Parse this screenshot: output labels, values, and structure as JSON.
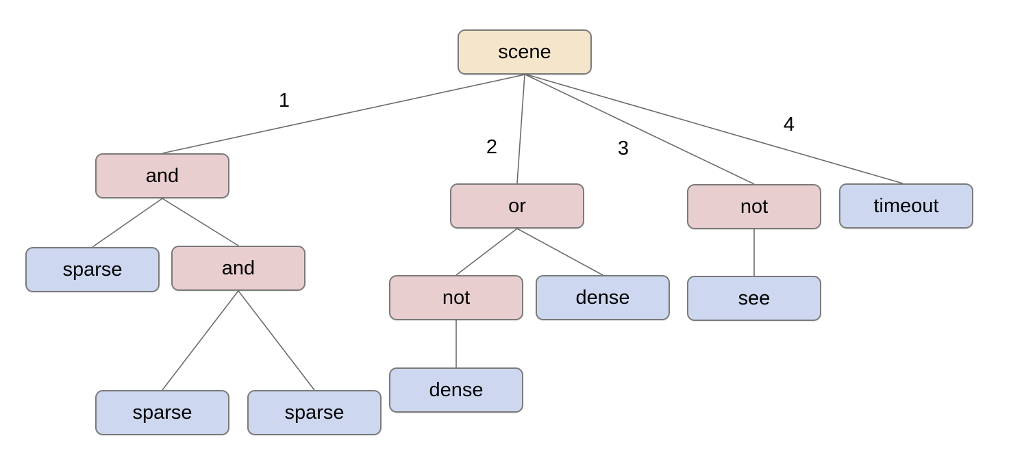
{
  "diagram": {
    "type": "tree",
    "background": "#ffffff",
    "colors": {
      "root_fill": "#f5e5cb",
      "operator_fill": "#e9ced0",
      "leaf_fill": "#cdd8f0",
      "node_border": "#7a7a7a",
      "edge_line": "#6b6b6b",
      "text": "#000000"
    },
    "nodes": [
      {
        "id": "scene",
        "label": "scene",
        "kind": "root"
      },
      {
        "id": "and-1",
        "label": "and",
        "kind": "operator"
      },
      {
        "id": "or-1",
        "label": "or",
        "kind": "operator"
      },
      {
        "id": "not-1",
        "label": "not",
        "kind": "operator"
      },
      {
        "id": "timeout",
        "label": "timeout",
        "kind": "leaf"
      },
      {
        "id": "sparse-1",
        "label": "sparse",
        "kind": "leaf"
      },
      {
        "id": "and-2",
        "label": "and",
        "kind": "operator"
      },
      {
        "id": "not-2",
        "label": "not",
        "kind": "operator"
      },
      {
        "id": "dense-1",
        "label": "dense",
        "kind": "leaf"
      },
      {
        "id": "see",
        "label": "see",
        "kind": "leaf"
      },
      {
        "id": "sparse-2",
        "label": "sparse",
        "kind": "leaf"
      },
      {
        "id": "sparse-3",
        "label": "sparse",
        "kind": "leaf"
      },
      {
        "id": "dense-2",
        "label": "dense",
        "kind": "leaf"
      }
    ],
    "edge_labels": [
      {
        "text": "1"
      },
      {
        "text": "2"
      },
      {
        "text": "3"
      },
      {
        "text": "4"
      }
    ],
    "edges": [
      {
        "from": "scene",
        "to": "and-1",
        "label": "1"
      },
      {
        "from": "scene",
        "to": "or-1",
        "label": "2"
      },
      {
        "from": "scene",
        "to": "not-1",
        "label": "3"
      },
      {
        "from": "scene",
        "to": "timeout",
        "label": "4"
      },
      {
        "from": "and-1",
        "to": "sparse-1",
        "label": ""
      },
      {
        "from": "and-1",
        "to": "and-2",
        "label": ""
      },
      {
        "from": "and-2",
        "to": "sparse-2",
        "label": ""
      },
      {
        "from": "and-2",
        "to": "sparse-3",
        "label": ""
      },
      {
        "from": "or-1",
        "to": "not-2",
        "label": ""
      },
      {
        "from": "or-1",
        "to": "dense-1",
        "label": ""
      },
      {
        "from": "not-2",
        "to": "dense-2",
        "label": ""
      },
      {
        "from": "not-1",
        "to": "see",
        "label": ""
      }
    ]
  }
}
